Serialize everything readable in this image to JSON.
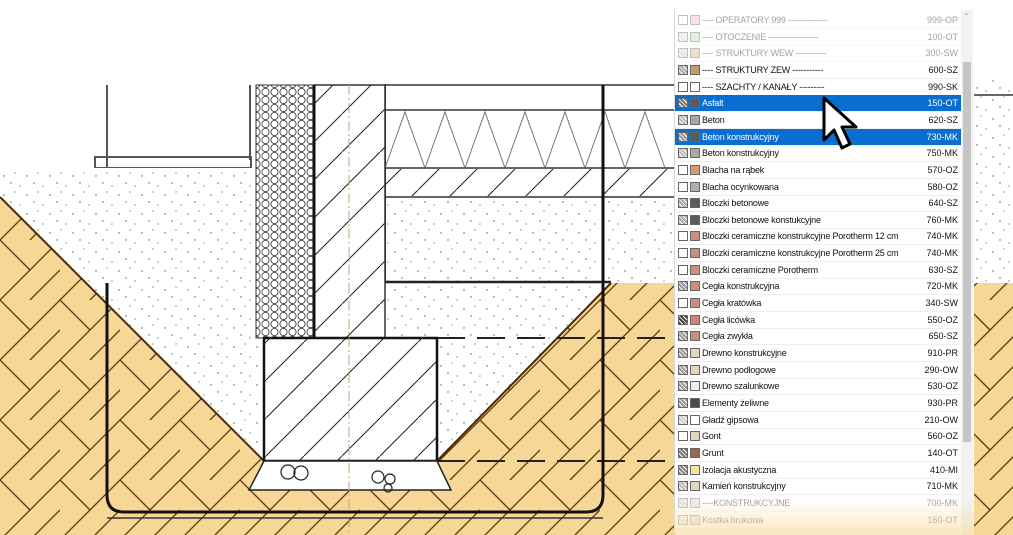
{
  "colors": {
    "sand": "#f6d796",
    "sand_line": "#5a3510",
    "selection": "#0a6ed1",
    "line": "#222222"
  },
  "material_list": {
    "items": [
      {
        "label": "---- OPERATORY 999 --------------",
        "code": "999-OP",
        "hatch": "#ffffff",
        "color": "#f4b5b5",
        "faded": true
      },
      {
        "label": "---- OTOCZENIE ------------------",
        "code": "100-OT",
        "hatch": "#d0d0d0",
        "color": "#b9e0b0",
        "faded": true
      },
      {
        "label": "---- STRUKTURY WEW -----------",
        "code": "300-SW",
        "hatch": "#bbbbbb",
        "color": "#d9b47a",
        "faded": true
      },
      {
        "label": "---- STRUKTURY ZEW -----------",
        "code": "600-SZ",
        "hatch": "#aaaaaa",
        "color": "#c89a70"
      },
      {
        "label": "---- SZACHTY / KANAŁY ---------",
        "code": "990-SK",
        "hatch": "#ffffff",
        "color": "#ffffff"
      },
      {
        "label": "Asfalt",
        "code": "150-OT",
        "hatch": "#777777",
        "color": "#555a60",
        "selected": true
      },
      {
        "label": "Beton",
        "code": "620-SZ",
        "hatch": "#bbbbbb",
        "color": "#a8a8a8"
      },
      {
        "label": "Beton konstrukcyjny",
        "code": "730-MK",
        "hatch": "#999999",
        "color": "#555a60",
        "selected": true
      },
      {
        "label": "Beton konstrukcyjny",
        "code": "750-MK",
        "hatch": "#bbbbbb",
        "color": "#a8a8a8"
      },
      {
        "label": "Blacha na rąbek",
        "code": "570-OZ",
        "hatch": "#ffffff",
        "color": "#d99a6c"
      },
      {
        "label": "Blacha ocynkowana",
        "code": "580-OZ",
        "hatch": "#ffffff",
        "color": "#b0b0b0"
      },
      {
        "label": "Bloczki betonowe",
        "code": "640-SZ",
        "hatch": "#aaaaaa",
        "color": "#5c5c5c"
      },
      {
        "label": "Bloczki betonowe konstukcyjne",
        "code": "760-MK",
        "hatch": "#aaaaaa",
        "color": "#5c5c5c"
      },
      {
        "label": "Bloczki ceramiczne konstrukcyjne Porotherm 12 cm",
        "code": "740-MK",
        "hatch": "#ffffff",
        "color": "#c98f80"
      },
      {
        "label": "Bloczki ceramiczne konstrukcyjne Porotherm 25 cm",
        "code": "740-MK",
        "hatch": "#ffffff",
        "color": "#c98f80"
      },
      {
        "label": "Bloczki ceramiczne Porotherm",
        "code": "630-SZ",
        "hatch": "#ffffff",
        "color": "#c98f80"
      },
      {
        "label": "Cegła konstrukcyjna",
        "code": "720-MK",
        "hatch": "#999999",
        "color": "#c98f80"
      },
      {
        "label": "Cegła kratówka",
        "code": "340-SW",
        "hatch": "#ffffff",
        "color": "#c98f80"
      },
      {
        "label": "Cegła licówka",
        "code": "550-OZ",
        "hatch": "#444444",
        "color": "#d68080"
      },
      {
        "label": "Cegła zwykła",
        "code": "650-SZ",
        "hatch": "#999999",
        "color": "#c98f80"
      },
      {
        "label": "Drewno konstrukcyjne",
        "code": "910-PR",
        "hatch": "#999999",
        "color": "#e2d6c0"
      },
      {
        "label": "Drewno podłogowe",
        "code": "290-OW",
        "hatch": "#999999",
        "color": "#e2d6c0"
      },
      {
        "label": "Drewno szalunkowe",
        "code": "530-OZ",
        "hatch": "#999999",
        "color": "#eeeeee"
      },
      {
        "label": "Elementy żeliwne",
        "code": "930-PR",
        "hatch": "#999999",
        "color": "#4a4a4a"
      },
      {
        "label": "Gładź gipsowa",
        "code": "210-OW",
        "hatch": "#cccccc",
        "color": "#ffffff"
      },
      {
        "label": "Gont",
        "code": "560-OZ",
        "hatch": "#ffffff",
        "color": "#e2d6c0"
      },
      {
        "label": "Grunt",
        "code": "140-OT",
        "hatch": "#777777",
        "color": "#9a6a4a"
      },
      {
        "label": "Izolacja akustyczna",
        "code": "410-MI",
        "hatch": "#888888",
        "color": "#f6e2a0"
      },
      {
        "label": "Kamień konstrukcyjny",
        "code": "710-MK",
        "hatch": "#bbbbbb",
        "color": "#e2d6c0"
      },
      {
        "label": "----KONSTRUKCYJNE",
        "code": "700-MK",
        "hatch": "#bbbbbb",
        "color": "#d8cfc0",
        "faded": true
      },
      {
        "label": "Kostka brukowa",
        "code": "160-OT",
        "hatch": "#cccccc",
        "color": "#d8cfc0",
        "faded": true
      }
    ]
  }
}
